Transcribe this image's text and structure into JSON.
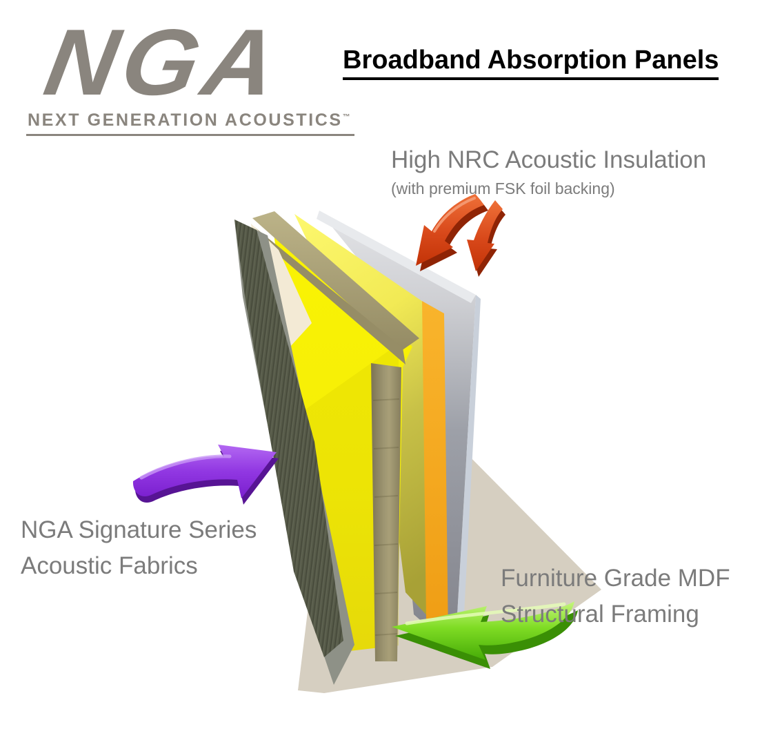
{
  "title": {
    "text": "Broadband Absorption Panels"
  },
  "logo": {
    "brand": "NGA",
    "tagline": "NEXT GENERATION ACOUSTICS",
    "trademark": "™"
  },
  "callouts": {
    "insulation": {
      "heading": "High NRC Acoustic Insulation",
      "subheading": "(with premium FSK foil backing)"
    },
    "fabric": {
      "line1": "NGA Signature Series",
      "line2": "Acoustic Fabrics"
    },
    "framing": {
      "line1": "Furniture Grade MDF",
      "line2": "Structural Framing"
    }
  },
  "diagram": {
    "layers": [
      {
        "name": "acoustic-fabric-panel",
        "color": "#565a48"
      },
      {
        "name": "fabric-scrim",
        "color": "#f3ead5"
      },
      {
        "name": "mdf-frame",
        "color": "#a49b73"
      },
      {
        "name": "insulation-front",
        "color": "#f5ee08"
      },
      {
        "name": "insulation-back",
        "color": "#e8e055"
      },
      {
        "name": "insulation-edge",
        "color": "#f6a81e"
      },
      {
        "name": "fsk-foil-backing",
        "color": "#aeb0b7"
      },
      {
        "name": "floor-shadow",
        "color": "#d6cfc1"
      }
    ],
    "arrows": [
      {
        "name": "red-arrow-1",
        "color": "#d14110",
        "points_to": "insulation"
      },
      {
        "name": "red-arrow-2",
        "color": "#d14110",
        "points_to": "foil-backing"
      },
      {
        "name": "purple-arrow",
        "color": "#8b2ed8",
        "points_to": "fabric-panel"
      },
      {
        "name": "green-arrow",
        "color": "#62ce10",
        "points_to": "mdf-frame"
      }
    ]
  },
  "colors": {
    "text_gray": "#7b7b7b",
    "logo_gray": "#8a857e",
    "title_black": "#000000",
    "background": "#ffffff"
  }
}
